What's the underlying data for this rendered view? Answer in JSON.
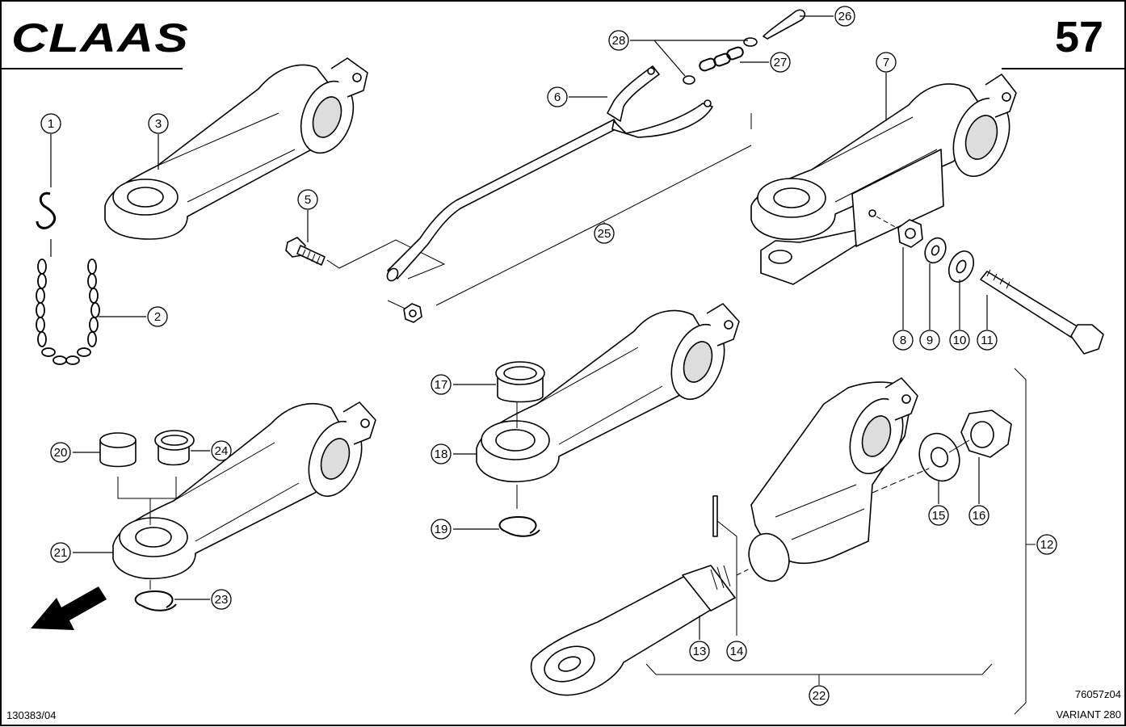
{
  "header": {
    "brand_logo": "CLAAS",
    "page_number": "57"
  },
  "footer": {
    "left_code": "130383/04",
    "drawing_code": "76057z04",
    "model": "VARIANT 280"
  },
  "icons": {
    "direction_arrow": "direction-arrow-icon"
  },
  "callouts": [
    "1",
    "2",
    "3",
    "5",
    "6",
    "7",
    "8",
    "9",
    "10",
    "11",
    "12",
    "13",
    "14",
    "15",
    "16",
    "17",
    "18",
    "19",
    "20",
    "21",
    "22",
    "23",
    "24",
    "25",
    "26",
    "27",
    "28"
  ]
}
